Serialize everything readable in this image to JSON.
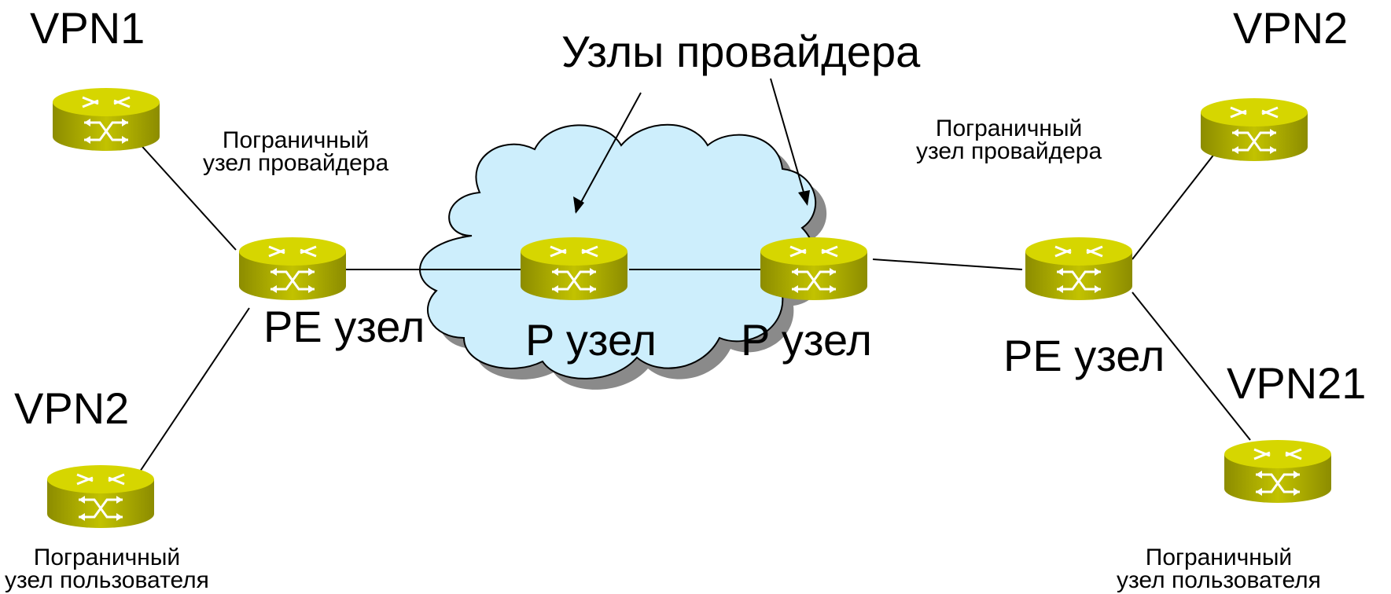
{
  "title": "Узлы провайдера",
  "vpn_labels": {
    "top_left": "VPN1",
    "bottom_left": "VPN2",
    "top_right": "VPN2",
    "bottom_right": "VPN21"
  },
  "node_labels": {
    "pe_left": "PE узел",
    "p_left": "P узел",
    "p_right": "P узел",
    "pe_right": "PE узел"
  },
  "captions": {
    "provider_edge_left": [
      "Пограничный",
      "узел провайдера"
    ],
    "provider_edge_right": [
      "Пограничный",
      "узел провайдера"
    ],
    "customer_edge_left": [
      "Пограничный",
      "узел пользователя"
    ],
    "customer_edge_right": [
      "Пограничный",
      "узел пользователя"
    ]
  },
  "colors": {
    "router_top": "#d4d400",
    "router_side": "#9a9a00",
    "router_shade": "#7a7a00",
    "cloud_fill": "#cdeefc",
    "cloud_shadow": "#8a8a8a",
    "line": "#000000"
  },
  "icons": {
    "router": "router-icon",
    "cloud": "cloud-icon"
  }
}
